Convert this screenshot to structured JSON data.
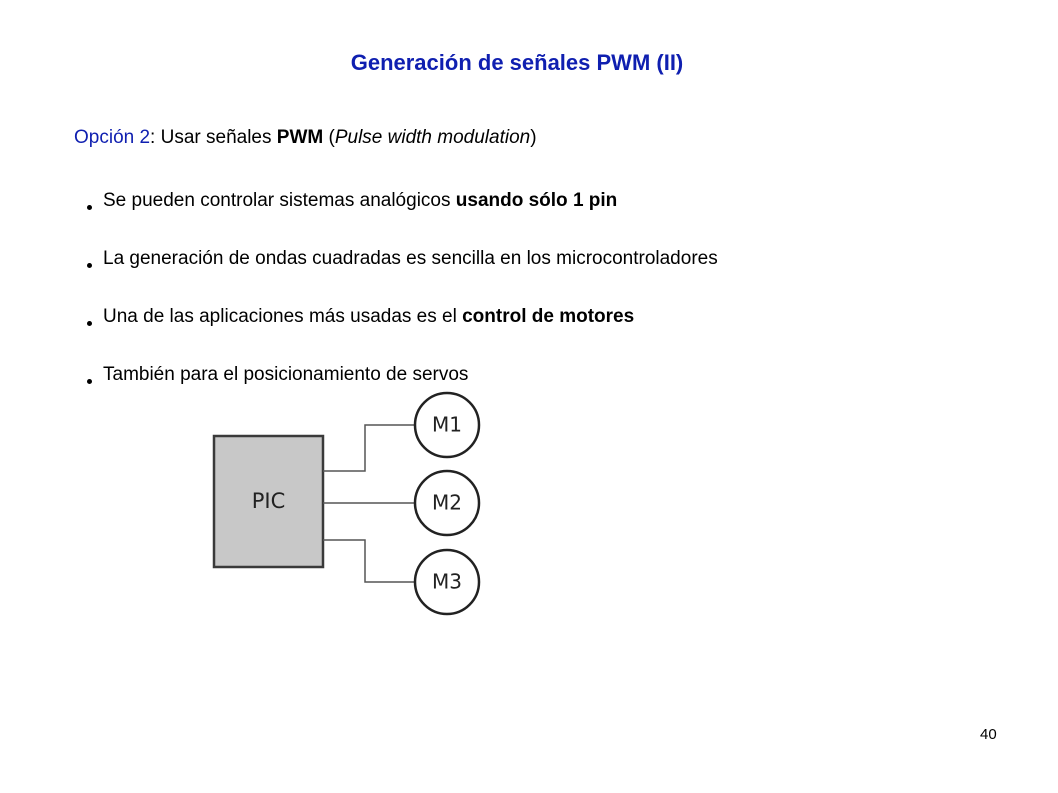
{
  "slide": {
    "title": "Generación de señales PWM (II)",
    "subtitle": {
      "option": "Opción 2",
      "colon": ": ",
      "text1": "Usar señales ",
      "pwm": "PWM",
      "text2": " (",
      "expansion": "Pulse width modulation",
      "text3": ")"
    },
    "bullets": [
      {
        "text": "Se pueden controlar sistemas analógicos ",
        "bold": "usando sólo 1 pin"
      },
      {
        "text": "La generación de ondas cuadradas es sencilla en los microcontroladores",
        "bold": ""
      },
      {
        "text": "Una de las aplicaciones más usadas es el ",
        "bold": "control de motores"
      },
      {
        "text": "También para el posicionamiento de servos",
        "bold": ""
      }
    ],
    "diagram": {
      "chip_label": "PIC",
      "motors": [
        "M1",
        "M2",
        "M3"
      ],
      "chip_color": "#c8c8c8"
    },
    "page_number": "40",
    "colors": {
      "title": "#0f1fb0",
      "text": "#000000"
    }
  }
}
